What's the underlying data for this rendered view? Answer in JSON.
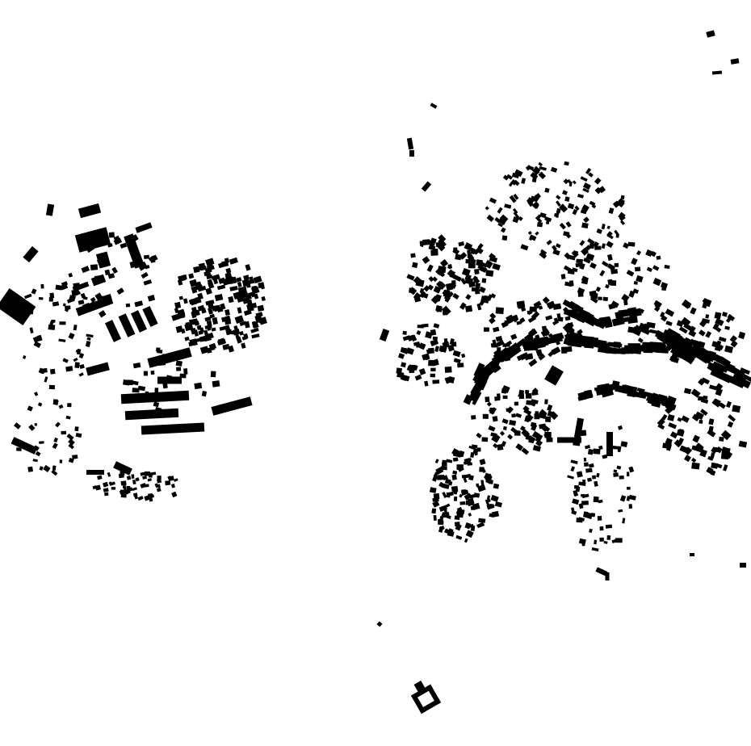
{
  "map": {
    "type": "figure-ground building plan",
    "colors": {
      "background": "#ffffff",
      "building": "#000000"
    },
    "clusters": [
      "west-settlement",
      "east-settlement",
      "outlying-buildings"
    ]
  }
}
